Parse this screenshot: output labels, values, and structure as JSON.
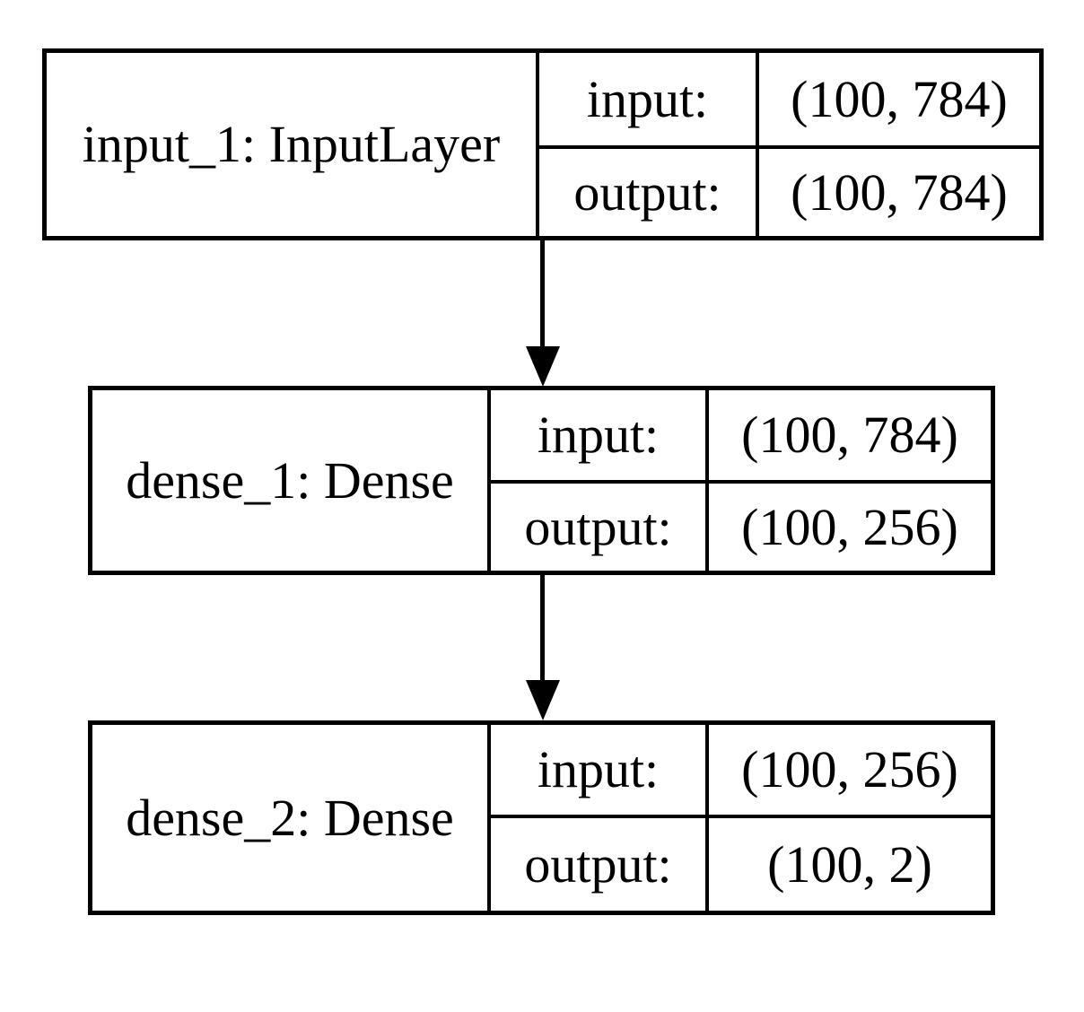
{
  "diagram": {
    "type": "keras-model-plot",
    "background_color": "#ffffff",
    "line_color": "#000000",
    "text_color": "#000000",
    "nodes": [
      {
        "name": "input_1: InputLayer",
        "input_label": "input:",
        "output_label": "output:",
        "input_shape": "(100, 784)",
        "output_shape": "(100, 784)"
      },
      {
        "name": "dense_1: Dense",
        "input_label": "input:",
        "output_label": "output:",
        "input_shape": "(100, 784)",
        "output_shape": "(100, 256)"
      },
      {
        "name": "dense_2: Dense",
        "input_label": "input:",
        "output_label": "output:",
        "input_shape": "(100, 256)",
        "output_shape": "(100, 2)"
      }
    ],
    "edges": [
      {
        "from": "input_1: InputLayer",
        "to": "dense_1: Dense"
      },
      {
        "from": "dense_1: Dense",
        "to": "dense_2: Dense"
      }
    ]
  }
}
